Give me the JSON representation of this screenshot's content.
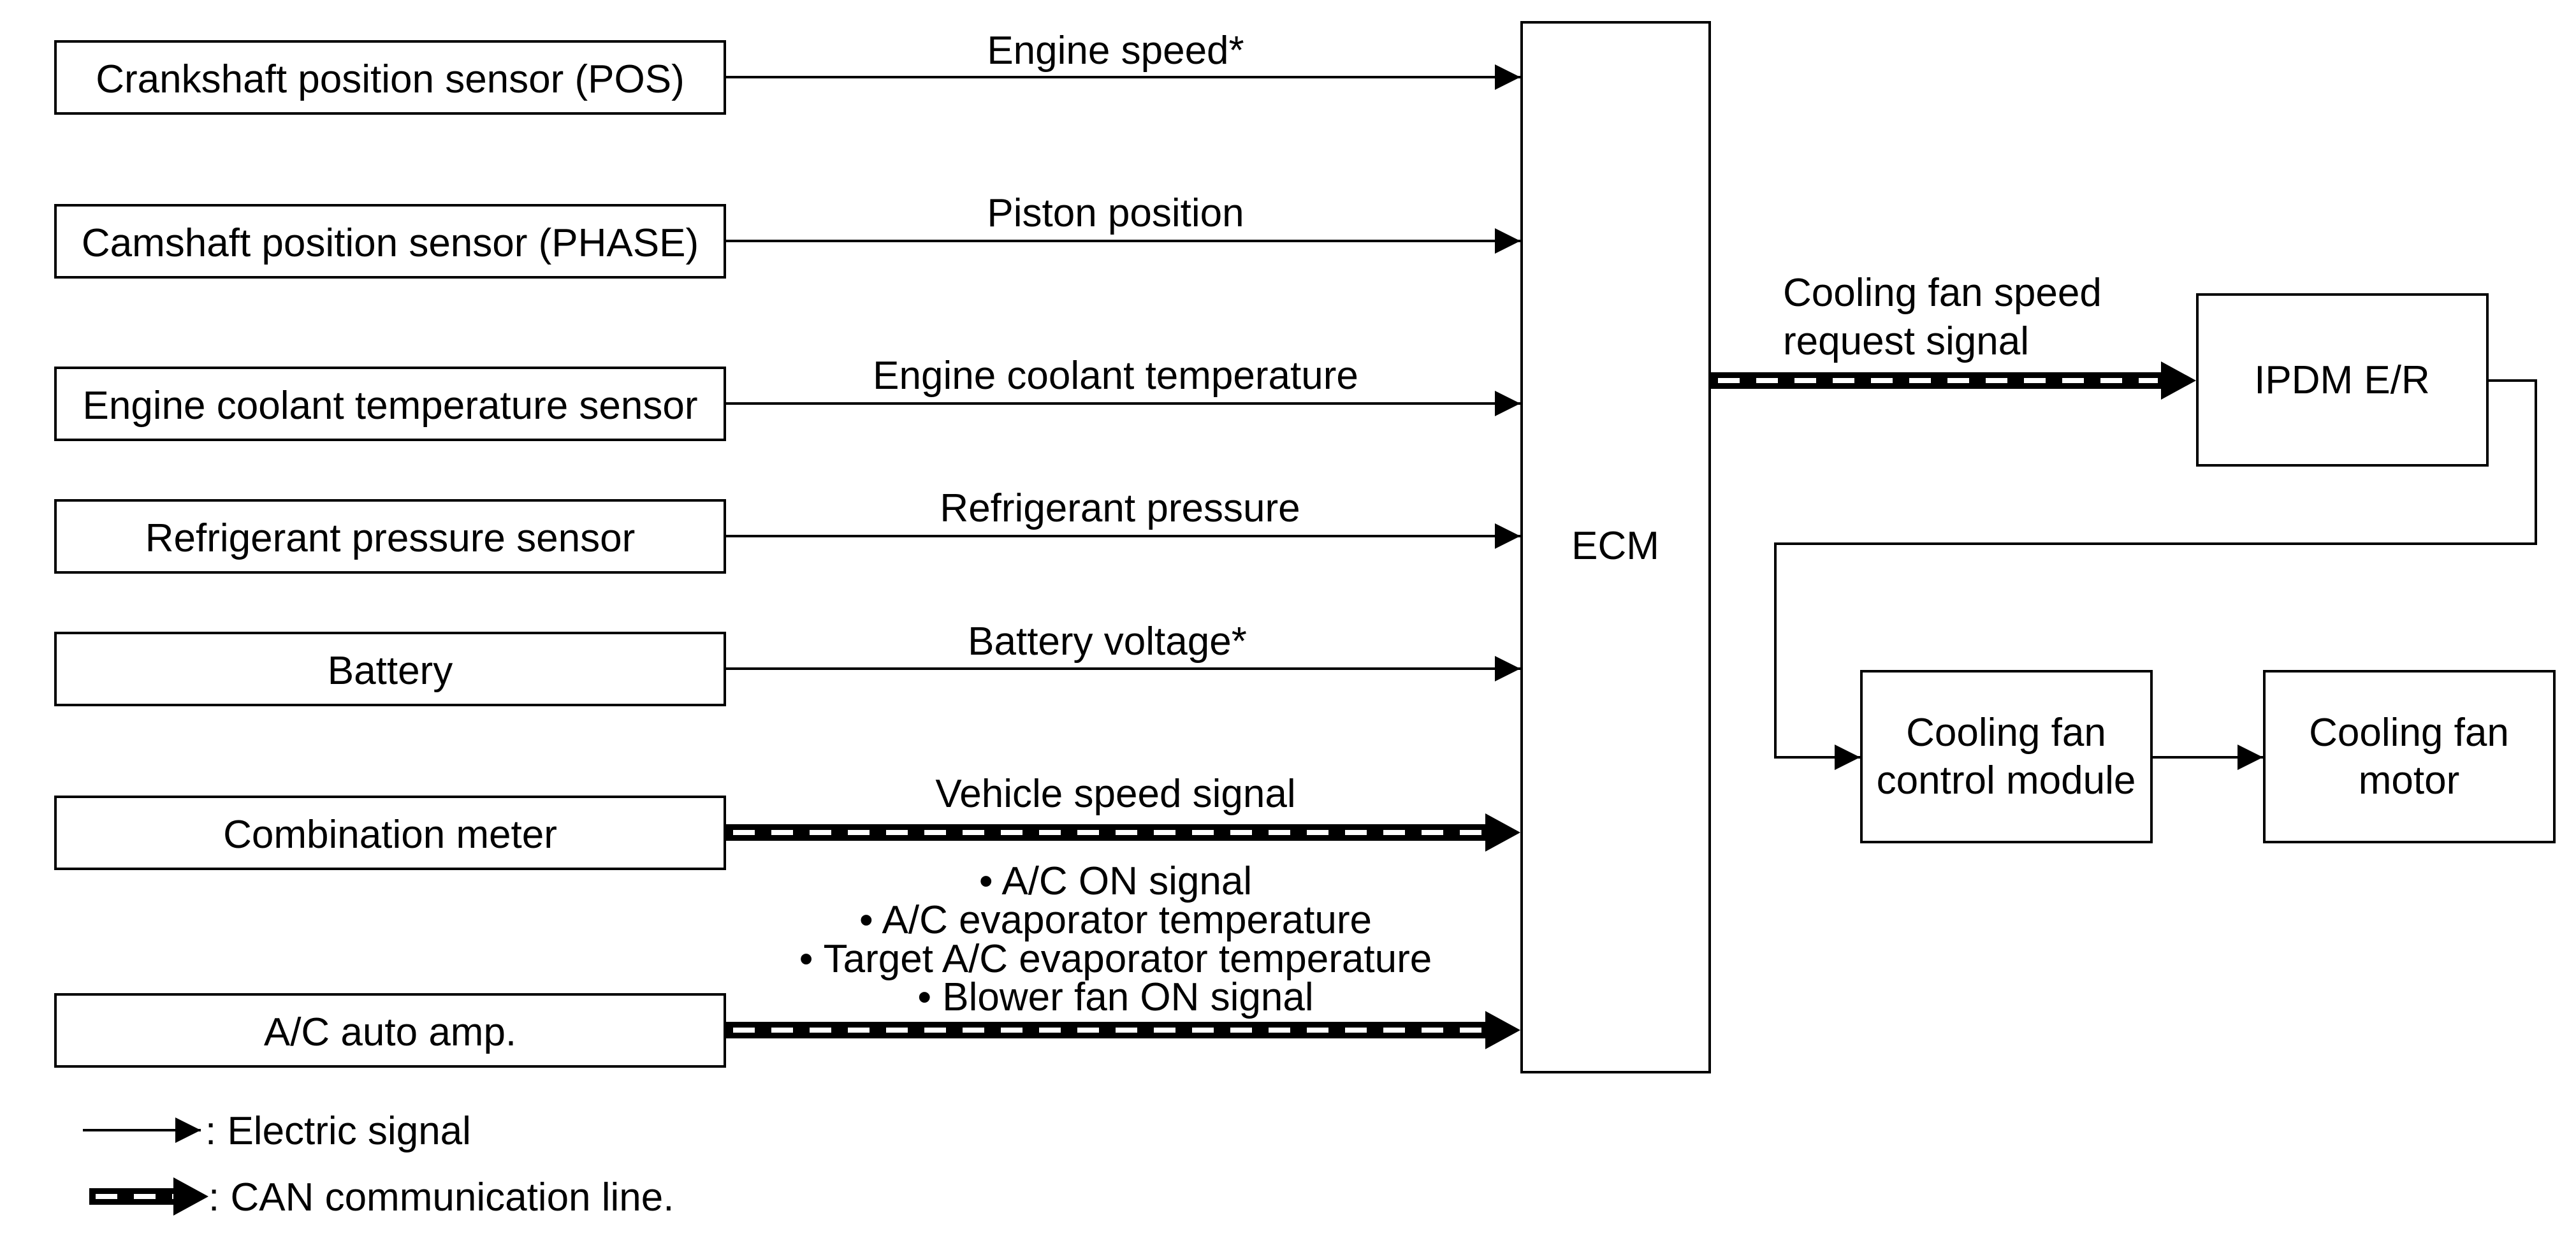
{
  "inputs": {
    "crankshaft": {
      "label": "Crankshaft position sensor (POS)",
      "signal": "Engine speed*"
    },
    "camshaft": {
      "label": "Camshaft position sensor (PHASE)",
      "signal": "Piston position"
    },
    "coolant": {
      "label": "Engine coolant temperature sensor",
      "signal": "Engine coolant temperature"
    },
    "refrigerant": {
      "label": "Refrigerant pressure sensor",
      "signal": "Refrigerant pressure"
    },
    "battery": {
      "label": "Battery",
      "signal": "Battery voltage*"
    },
    "combination_meter": {
      "label": "Combination meter",
      "signal": "Vehicle speed signal"
    },
    "ac_auto_amp": {
      "label": "A/C auto amp.",
      "signals": [
        "• A/C ON signal",
        "• A/C evaporator temperature",
        "• Target A/C evaporator temperature",
        "• Blower fan ON signal"
      ]
    }
  },
  "ecm": {
    "label": "ECM"
  },
  "ecm_output": {
    "signal_line1": "Cooling fan speed",
    "signal_line2": "request signal"
  },
  "ipdm": {
    "label": "IPDM E/R"
  },
  "fan_control": {
    "line1": "Cooling fan",
    "line2": "control module"
  },
  "fan_motor": {
    "line1": "Cooling fan",
    "line2": "motor"
  },
  "legend": {
    "electric": ": Electric signal",
    "can": ": CAN communication line."
  }
}
